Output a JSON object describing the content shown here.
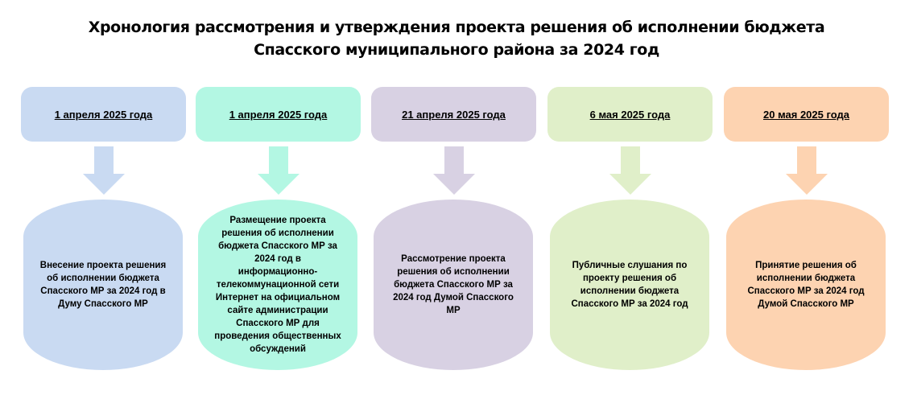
{
  "title": {
    "line1": "Хронология рассмотрения  и утверждения проекта решения об исполнении бюджета",
    "line2": "Спасского муниципального района за 2024 год"
  },
  "steps": [
    {
      "date": "1 апреля 2025 года",
      "text": "Внесение проекта решения об исполнении бюджета Спасского МР  за 2024 год в Думу Спасского МР",
      "color": "#c9daf2"
    },
    {
      "date": "1 апреля 2025 года",
      "text": "Размещение проекта решения об исполнении бюджета Спасского МР  за 2024 год в информационно-телекоммунационной сети Интернет на официальном сайте администрации Спасского МР для проведения общественных обсуждений",
      "color": "#b3f7e3"
    },
    {
      "date": "21 апреля 2025 года",
      "text": "Рассмотрение проекта решения об исполнении бюджета Спасского МР за 2024 год  Думой Спасского МР",
      "color": "#d8d1e3"
    },
    {
      "date": "6 мая 2025 года",
      "text": "Публичные слушания по проекту решения об исполнении бюджета Спасского МР за 2024 год",
      "color": "#e0efc9"
    },
    {
      "date": "20 мая 2025 года",
      "text": "Принятие решения об исполнении бюджета Спасского МР за 2024 год Думой Спасского МР",
      "color": "#fdd3b1"
    }
  ]
}
